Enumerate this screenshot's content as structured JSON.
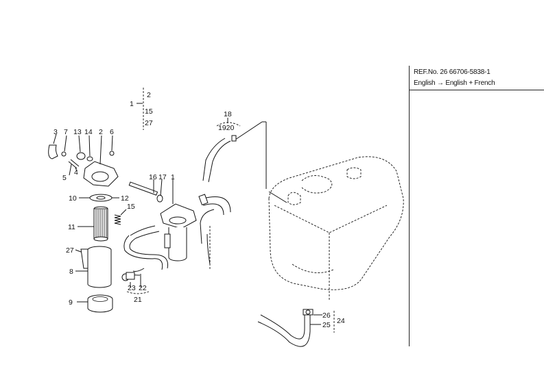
{
  "ref_block": {
    "ref_line": "REF.No. 26 66706-5838-1",
    "lang_line": "English → English + French"
  },
  "callouts": {
    "c1": "1",
    "c2": "2",
    "c3": "3",
    "c4": "4",
    "c5": "5",
    "c6": "6",
    "c7": "7",
    "c8": "8",
    "c9": "9",
    "c10": "10",
    "c11": "11",
    "c12": "12",
    "c13": "13",
    "c14": "14",
    "c15": "15",
    "c16": "16",
    "c17": "17",
    "c18": "18",
    "c19_20": "1920",
    "c21": "21",
    "c22": "22",
    "c23": "23",
    "c24": "24",
    "c25": "25",
    "c26": "26",
    "c27": "27",
    "g1": "1",
    "g2": "2",
    "g15": "15",
    "g27": "27",
    "a1": "1",
    "a2": "2",
    "a15": "15",
    "a27": "27",
    "a16": "16",
    "a17": "17"
  }
}
